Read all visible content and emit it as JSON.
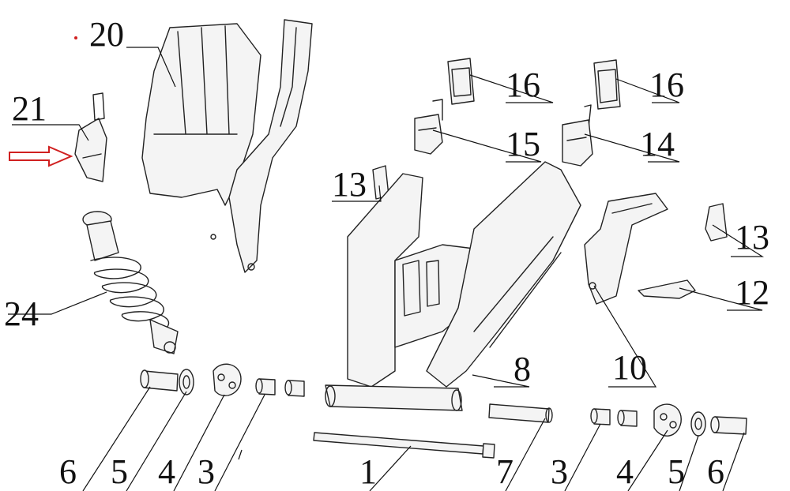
{
  "callouts": {
    "c20": "20",
    "c21": "21",
    "c24": "24",
    "c16a": "16",
    "c16b": "16",
    "c15": "15",
    "c14": "14",
    "c13a": "13",
    "c13b": "13",
    "c12": "12",
    "c10": "10",
    "c8": "8",
    "c6a": "6",
    "c5a": "5",
    "c4a": "4",
    "c3a": "3",
    "c1": "1",
    "c7": "7",
    "c3b": "3",
    "c4b": "4",
    "c5b": "5",
    "c6b": "6"
  },
  "colors": {
    "line": "#222222",
    "arrow": "#d02020",
    "background": "#ffffff"
  }
}
